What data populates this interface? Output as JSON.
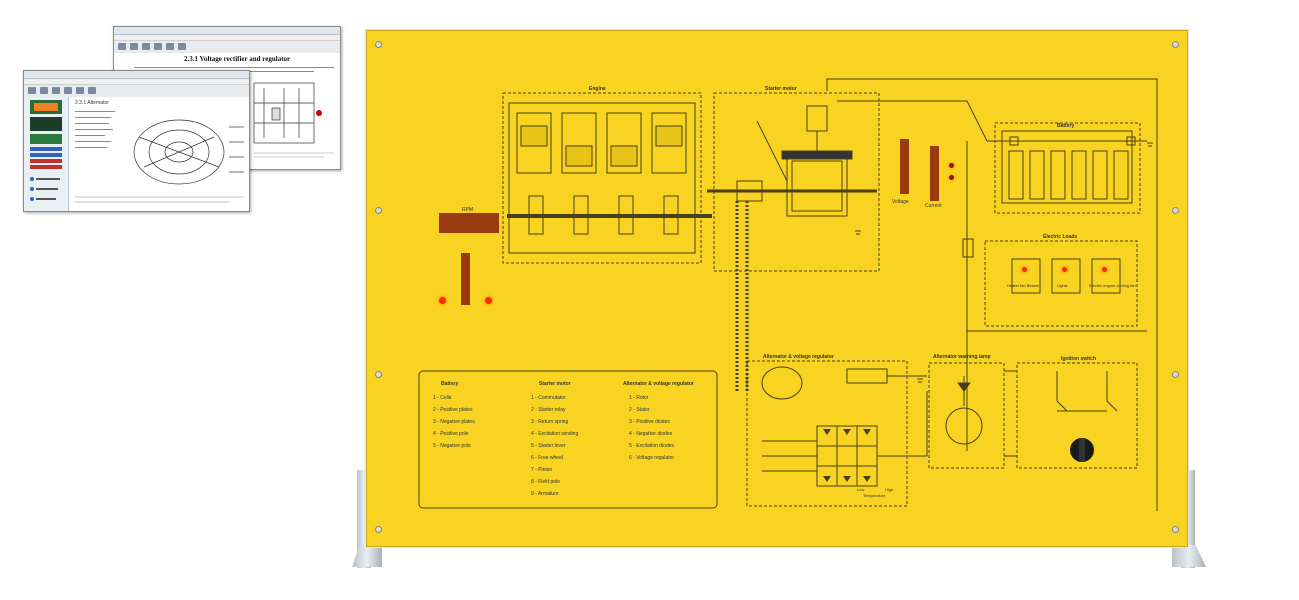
{
  "screenshots": {
    "back_window": {
      "heading": "2.3.1 Voltage rectifier and regulator"
    },
    "front_window": {
      "heading": "2.3.1 Alternator"
    }
  },
  "board": {
    "sections": {
      "engine": "Engine",
      "starter_motor": "Starter motor",
      "battery": "Battery",
      "electric_loads": "Electric Loads",
      "alternator_regulator": "Alternator & voltage regulator",
      "warning_lamp": "Alternator warning lamp",
      "ignition_switch": "Ignition switch"
    },
    "labels": {
      "voltage": "Voltage",
      "current": "Current",
      "load_1": "Heater fan Blower",
      "load_2": "Lights",
      "load_3": "Electric engine cooling fan",
      "low": "Low",
      "high": "High",
      "temperature": "Temperature",
      "rpm": "RPM"
    },
    "legend": {
      "battery": {
        "title": "Battery",
        "items": [
          "1 - Cells",
          "2 - Positive plates",
          "3 - Negative plates",
          "4 - Positive pole",
          "5 - Negative pole"
        ]
      },
      "starter": {
        "title": "Starter motor",
        "items": [
          "1 - Commutator",
          "2 - Starter relay",
          "3 - Return spring",
          "4 - Excitation winding",
          "5 - Starter lever",
          "6 - Free wheel",
          "7 - Pinion",
          "8 - Field pole",
          "9 - Armature"
        ]
      },
      "alternator": {
        "title": "Alternator & voltage regulator",
        "items": [
          "1 - Rotor",
          "2 - Stator",
          "3 - Positive diodes",
          "4 - Negative diodes",
          "5 - Excitation diodes",
          "6 - Voltage regulator"
        ]
      }
    }
  },
  "colors": {
    "board": "#f8d321",
    "line": "#4a3f1a",
    "led": "#ff2a00",
    "display": "#9a3a10"
  }
}
